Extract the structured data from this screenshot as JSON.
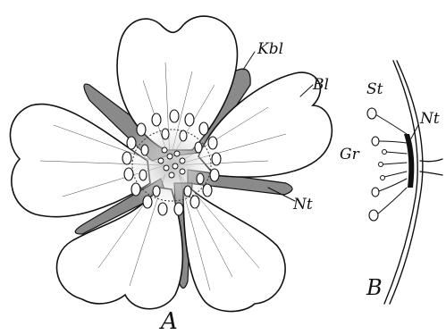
{
  "figure": {
    "flower": {
      "caption": "A",
      "labels": {
        "sepal": "Kbl",
        "petal": "Bl",
        "nectary": "Nt"
      }
    },
    "section": {
      "caption": "B",
      "labels": {
        "stamen": "St",
        "pistil": "Gr",
        "nectary": "Nt"
      }
    }
  }
}
